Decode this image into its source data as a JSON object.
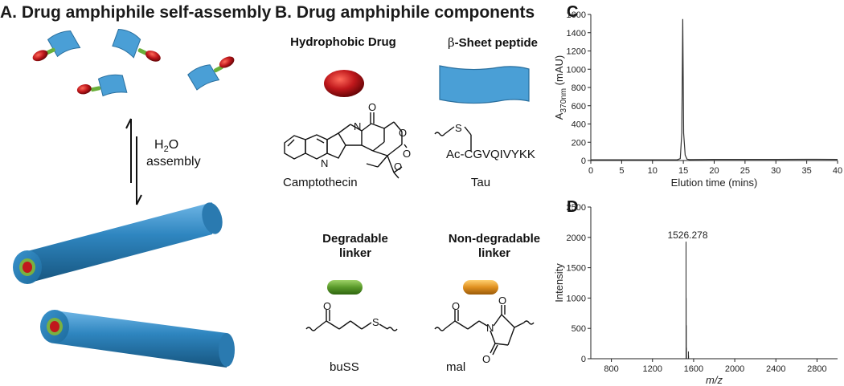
{
  "panel_a": {
    "title": "A. Drug amphiphile self-assembly",
    "arrow_text_h2o_main": "H",
    "arrow_text_h2o_sub": "2",
    "arrow_text_h2o_end": "O",
    "arrow_text_assembly": "assembly"
  },
  "panel_b": {
    "title": "B. Drug amphiphile components",
    "drug_heading": "Hydrophobic Drug",
    "peptide_heading_beta": "β",
    "peptide_heading_rest": "-Sheet peptide",
    "drug_name": "Camptothecin",
    "peptide_seq": "Ac-CGVQIVYKK",
    "peptide_name": "Tau",
    "sulfur_label": "S",
    "degradable_heading_1": "Degradable",
    "degradable_heading_2": "linker",
    "nondegradable_heading_1": "Non-degradable",
    "nondegradable_heading_2": "linker",
    "degradable_name": "buSS",
    "nondegradable_name": "mal",
    "atom_N": "N",
    "atom_O": "O"
  },
  "colors": {
    "drug": "#c0181c",
    "peptide": "#4a9fd6",
    "degradable_linker": "#5a9a2a",
    "nondegradable_linker": "#e09020",
    "fiber": "#2f86c0"
  },
  "panel_c_label": "C",
  "panel_d_label": "D",
  "chart_data": [
    {
      "type": "line",
      "ylabel_main": "A",
      "ylabel_sub": "370nm",
      "ylabel_unit": " (mAU)",
      "xlabel": "Elution time (mins)",
      "xlim": [
        0,
        40
      ],
      "ylim": [
        0,
        1600
      ],
      "x_ticks": [
        "0",
        "5",
        "10",
        "15",
        "20",
        "25",
        "30",
        "35",
        "40"
      ],
      "y_ticks": [
        "0",
        "200",
        "400",
        "600",
        "800",
        "1000",
        "1200",
        "1400",
        "1600"
      ],
      "series": [
        {
          "x": [
            0,
            5,
            10,
            14.0,
            14.5,
            14.75,
            14.9,
            15.05,
            15.3,
            15.6,
            16,
            20,
            25,
            30,
            35,
            40
          ],
          "y": [
            8,
            8,
            8,
            8,
            20,
            300,
            1550,
            300,
            60,
            15,
            10,
            12,
            12,
            12,
            13,
            12
          ]
        }
      ]
    },
    {
      "type": "line",
      "ylabel": "Intensity",
      "xlabel": "m/z",
      "xlim": [
        600,
        3000
      ],
      "ylim": [
        0,
        2500
      ],
      "x_ticks": [
        "800",
        "1200",
        "1600",
        "2000",
        "2400",
        "2800"
      ],
      "y_ticks": [
        "0",
        "500",
        "1000",
        "1500",
        "2000",
        "2500"
      ],
      "peak_label": "1526.278",
      "peaks": [
        {
          "mz": 1526.278,
          "intensity": 1930
        },
        {
          "mz": 1527.3,
          "intensity": 1000
        },
        {
          "mz": 1528.3,
          "intensity": 550
        },
        {
          "mz": 1529.3,
          "intensity": 180
        },
        {
          "mz": 1549.3,
          "intensity": 120
        },
        {
          "mz": 1551,
          "intensity": 50
        }
      ]
    }
  ]
}
